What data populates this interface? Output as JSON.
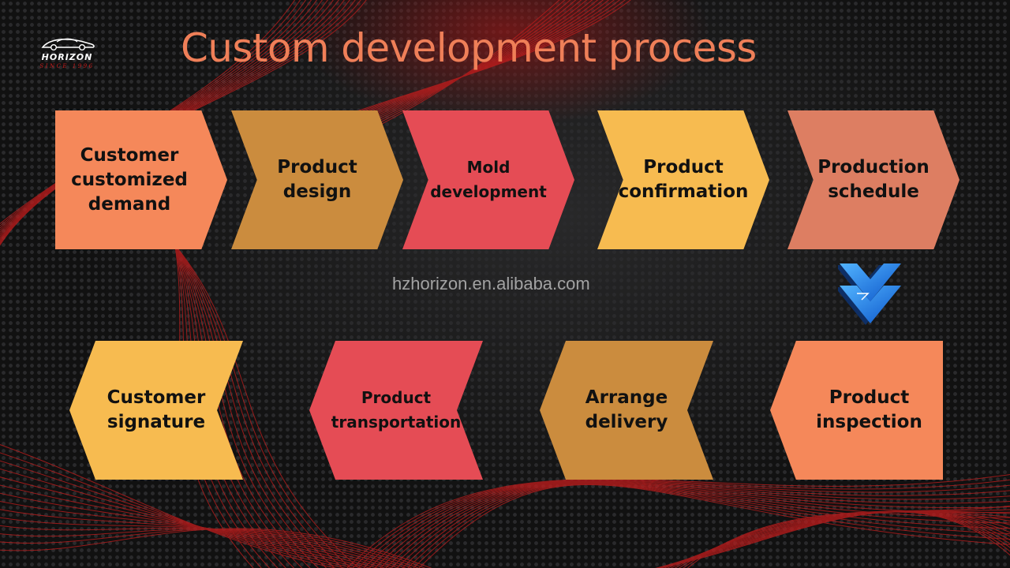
{
  "slide": {
    "title": "Custom development process",
    "watermark": "hzhorizon.en.alibaba.com",
    "logo": {
      "name": "HORIZON",
      "tagline": "SINCE 1996"
    }
  },
  "colors": {
    "title": "#ef7f58",
    "orange": "#f5885a",
    "tan": "#cb8c3e",
    "red": "#e54c55",
    "yellow": "#f7bb50",
    "salmon": "#dd7e62",
    "arrow_blue": "#1c74e6"
  },
  "steps": [
    {
      "label": "Customer\ncustomized\ndemand"
    },
    {
      "label": "Product\ndesign"
    },
    {
      "label": "Mold\ndevelopment"
    },
    {
      "label": "Product\nconfirmation"
    },
    {
      "label": "Production\nschedule"
    },
    {
      "label": "Product\ninspection"
    },
    {
      "label": "Arrange\ndelivery"
    },
    {
      "label": "Product\ntransportation"
    },
    {
      "label": "Customer\nsignature"
    }
  ],
  "icons": {
    "logo": "sports-car-icon",
    "connector": "double-chevron-down-icon"
  }
}
